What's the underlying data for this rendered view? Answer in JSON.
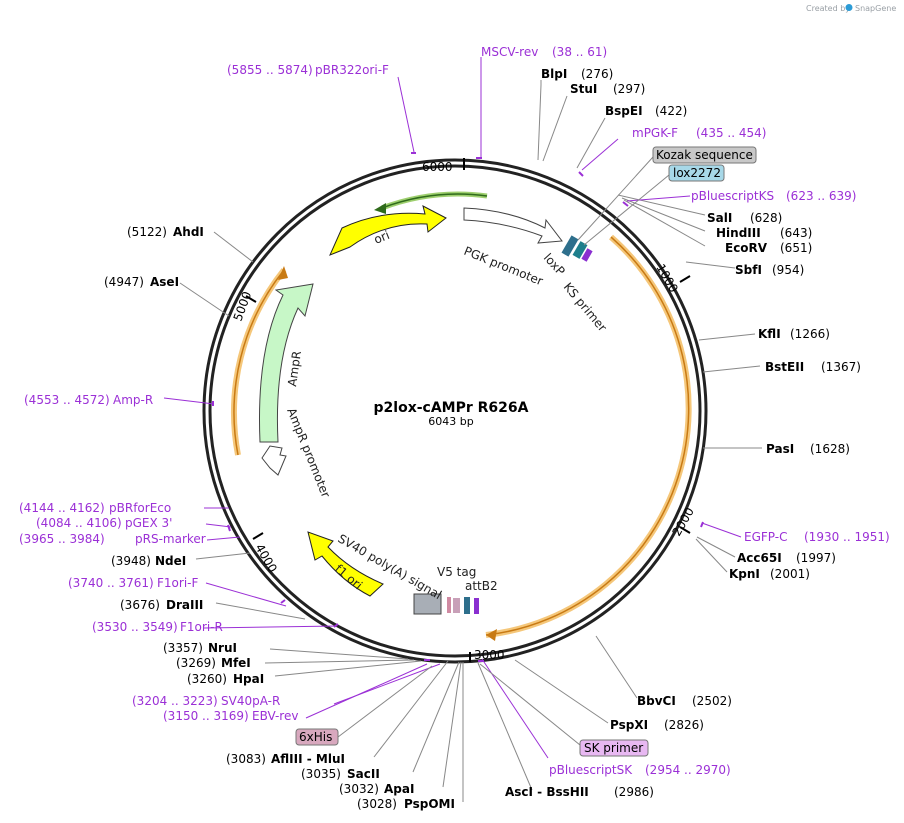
{
  "credit": {
    "prefix": "Created by",
    "brand": "SnapGene"
  },
  "title": "p2lox-cAMPr R626A",
  "subtitle": "6043 bp",
  "ticks": [
    "6000",
    "1000",
    "2000",
    "3000",
    "4000",
    "5000"
  ],
  "features": {
    "ori": "ori",
    "pgk": "PGK promoter",
    "loxp": "loxP",
    "ks": "KS primer",
    "ampr": "AmpR",
    "amprp": "AmpR promoter",
    "f1": "f1 ori",
    "sv40": "SV40 poly(A) signal",
    "v5": "V5 tag",
    "attb2": "attB2"
  },
  "boxes": {
    "kozak": "Kozak sequence",
    "lox2272": "lox2272",
    "his": "6xHis",
    "sk": "SK primer"
  },
  "sites": [
    {
      "name": "BlpI",
      "pos": "(276)"
    },
    {
      "name": "StuI",
      "pos": "(297)"
    },
    {
      "name": "BspEI",
      "pos": "(422)"
    },
    {
      "name": "SalI",
      "pos": "(628)"
    },
    {
      "name": "HindIII",
      "pos": "(643)"
    },
    {
      "name": "EcoRV",
      "pos": "(651)"
    },
    {
      "name": "SbfI",
      "pos": "(954)"
    },
    {
      "name": "KflI",
      "pos": "(1266)"
    },
    {
      "name": "BstEII",
      "pos": "(1367)"
    },
    {
      "name": "PasI",
      "pos": "(1628)"
    },
    {
      "name": "Acc65I",
      "pos": "(1997)"
    },
    {
      "name": "KpnI",
      "pos": "(2001)"
    },
    {
      "name": "BbvCI",
      "pos": "(2502)"
    },
    {
      "name": "PspXI",
      "pos": "(2826)"
    },
    {
      "name": "AscI - BssHII",
      "pos": "(2986)"
    },
    {
      "name": "PspOMI",
      "pos": "(3028)"
    },
    {
      "name": "ApaI",
      "pos": "(3032)"
    },
    {
      "name": "SacII",
      "pos": "(3035)"
    },
    {
      "name": "AflIII - MluI",
      "pos": "(3083)"
    },
    {
      "name": "HpaI",
      "pos": "(3260)"
    },
    {
      "name": "MfeI",
      "pos": "(3269)"
    },
    {
      "name": "NruI",
      "pos": "(3357)"
    },
    {
      "name": "DraIII",
      "pos": "(3676)"
    },
    {
      "name": "NdeI",
      "pos": "(3948)"
    },
    {
      "name": "AseI",
      "pos": "(4947)"
    },
    {
      "name": "AhdI",
      "pos": "(5122)"
    }
  ],
  "primers": [
    {
      "name": "MSCV-rev",
      "pos": "(38 .. 61)"
    },
    {
      "name": "pBR322ori-F",
      "pos": "(5855 .. 5874)"
    },
    {
      "name": "mPGK-F",
      "pos": "(435 .. 454)"
    },
    {
      "name": "pBluescriptKS",
      "pos": "(623 .. 639)"
    },
    {
      "name": "EGFP-C",
      "pos": "(1930 .. 1951)"
    },
    {
      "name": "pBluescriptSK",
      "pos": "(2954 .. 2970)"
    },
    {
      "name": "SV40pA-R",
      "pos": "(3204 .. 3223)"
    },
    {
      "name": "EBV-rev",
      "pos": "(3150 .. 3169)"
    },
    {
      "name": "F1ori-R",
      "pos": "(3530 .. 3549)"
    },
    {
      "name": "F1ori-F",
      "pos": "(3740 .. 3761)"
    },
    {
      "name": "pRS-marker",
      "pos": "(3965 .. 3984)"
    },
    {
      "name": "pGEX 3'",
      "pos": "(4084 .. 4106)"
    },
    {
      "name": "pBRforEco",
      "pos": "(4144 .. 4162)"
    },
    {
      "name": "Amp-R",
      "pos": "(4553 .. 4572)"
    }
  ]
}
